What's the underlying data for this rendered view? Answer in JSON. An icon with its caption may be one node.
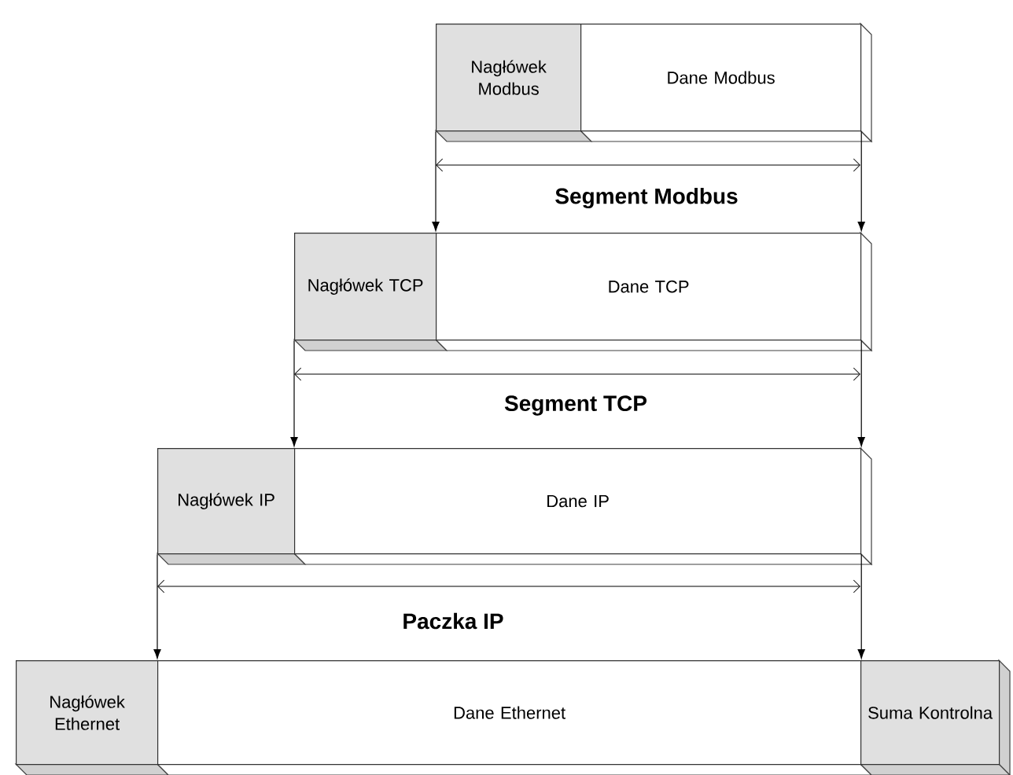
{
  "diagram": {
    "nodes": [
      {
        "text": [
          "Nagłówek Modbus"
        ]
      },
      {
        "text": [
          "Dane Modbus"
        ]
      },
      {
        "text": [
          "Nagłówek TCP"
        ]
      },
      {
        "text": [
          "Dane TCP"
        ]
      },
      {
        "text": [
          "Nagłówek IP"
        ]
      },
      {
        "text": [
          "Dane IP"
        ]
      },
      {
        "text": [
          "Nagłówek Ethernet"
        ]
      },
      {
        "text": [
          "Dane Ethernet"
        ]
      },
      {
        "text": [
          "Suma Kontrolna"
        ]
      }
    ],
    "edges": [
      {
        "from": 0,
        "to": 3,
        "arrow": "to"
      },
      {
        "from": 1,
        "to": 3,
        "arrow": "to"
      },
      {
        "from": 2,
        "to": 5,
        "arrow": "to"
      },
      {
        "from": 3,
        "to": 5,
        "arrow": "to"
      },
      {
        "from": 4,
        "to": 7,
        "arrow": "to"
      },
      {
        "from": 5,
        "to": 7,
        "arrow": "to"
      }
    ],
    "labels": [
      "Segment Modbus",
      "Segment TCP",
      "Paczka IP"
    ]
  }
}
